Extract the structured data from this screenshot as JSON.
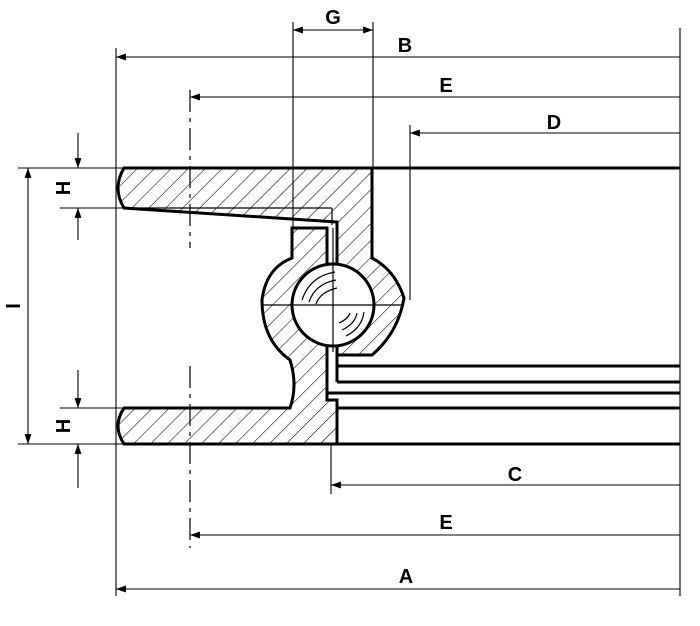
{
  "labels": {
    "G": "G",
    "B": "B",
    "E_top": "E",
    "D": "D",
    "H_top": "H",
    "I": "I",
    "H_bottom": "H",
    "C": "C",
    "E_bottom": "E",
    "A": "A"
  },
  "colors": {
    "line": "#000000",
    "background": "#ffffff"
  }
}
